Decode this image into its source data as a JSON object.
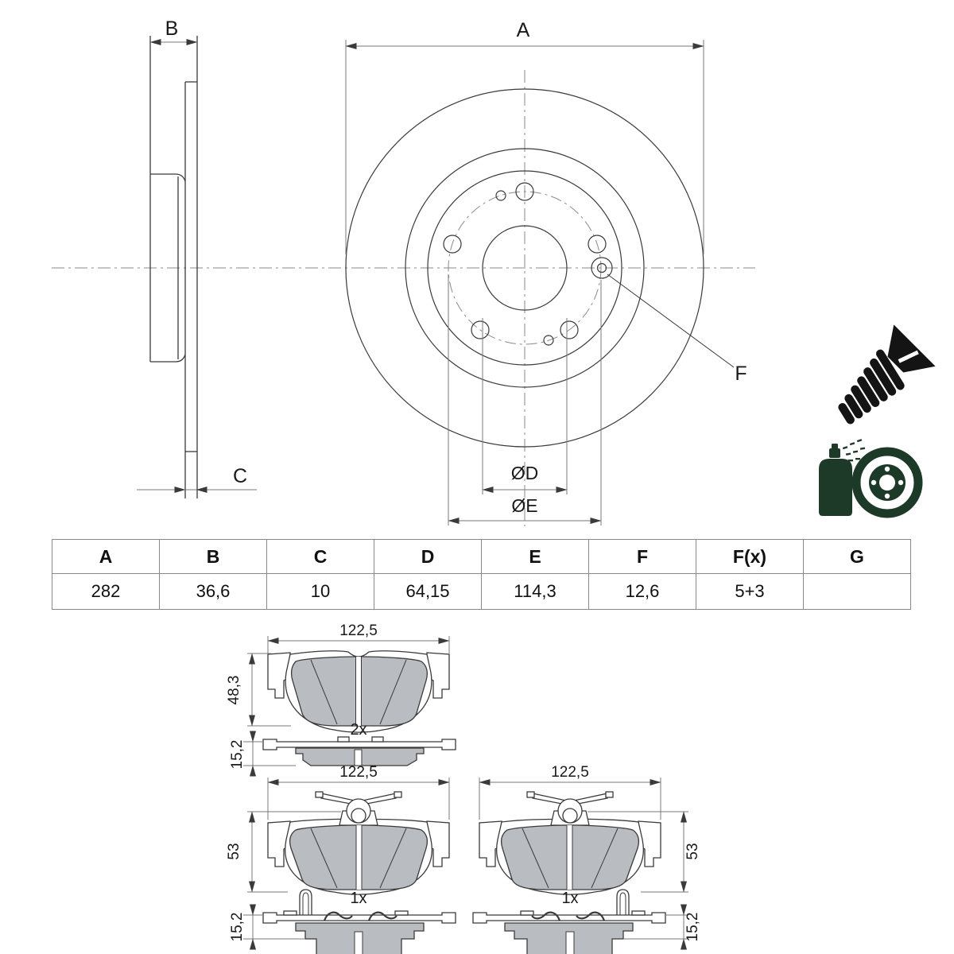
{
  "drawing": {
    "labels": {
      "A": "A",
      "B": "B",
      "C": "C",
      "dia_d": "ØD",
      "dia_e": "ØE",
      "F": "F"
    }
  },
  "table": {
    "headers": [
      "A",
      "B",
      "C",
      "D",
      "E",
      "F",
      "F(x)",
      "G"
    ],
    "values": [
      "282",
      "36,6",
      "10",
      "64,15",
      "114,3",
      "12,6",
      "5+3",
      ""
    ]
  },
  "pads": {
    "top": {
      "width": "122,5",
      "height": "48,3",
      "qty": "2x",
      "thickness": "15,2"
    },
    "left": {
      "width": "122,5",
      "height": "53",
      "qty": "1x",
      "thickness": "15,2"
    },
    "right": {
      "width": "122,5",
      "height": "53",
      "qty": "1x",
      "thickness": "15,2"
    }
  },
  "icons": {
    "screw": "countersunk-screw",
    "spray": "spray-can-and-hub"
  },
  "colors": {
    "line": "#3a3a3a",
    "dim_line": "#7a7a7a",
    "centerline": "#8a8a8a",
    "friction_fill": "#b9bdc1",
    "icon_green": "#1d3a29",
    "icon_black": "#141414",
    "table_border": "#8a8a8a"
  }
}
